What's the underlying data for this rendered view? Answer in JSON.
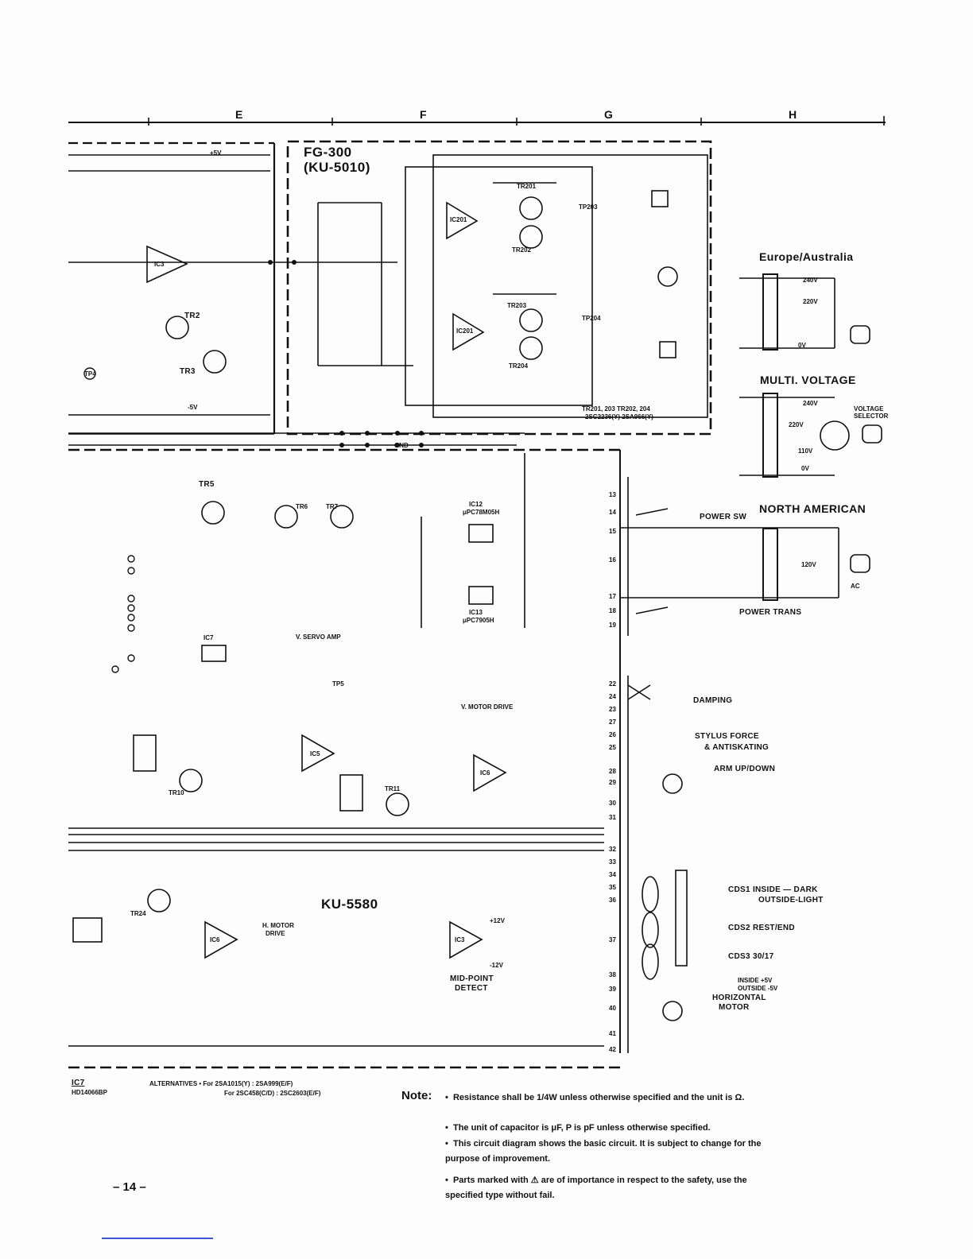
{
  "column_markers": [
    "E",
    "F",
    "G",
    "H"
  ],
  "boards": {
    "fg300_title": "FG-300",
    "fg300_sub": "(KU-5010)",
    "main_board": "KU-5580"
  },
  "transformers": {
    "europe": {
      "title": "Europe/Australia",
      "taps": [
        "240V",
        "220V",
        "0V"
      ]
    },
    "multi": {
      "title": "MULTI. VOLTAGE",
      "taps": [
        "240V",
        "220V",
        "110V",
        "0V"
      ],
      "selector": "VOLTAGE SELECTOR"
    },
    "north_american": {
      "title": "NORTH AMERICAN",
      "taps": [
        "120V"
      ],
      "ac": "AC"
    }
  },
  "function_labels": {
    "power_sw": "POWER SW",
    "power_trans": "POWER TRANS",
    "damping": "DAMPING",
    "stylus_force": "STYLUS FORCE",
    "anti_skating": "& ANTISKATING",
    "arm_updown": "ARM UP/DOWN",
    "cds1": "CDS1  INSIDE — DARK",
    "cds1_b": "OUTSIDE-LIGHT",
    "cds2": "CDS2  REST/END",
    "cds3": "CDS3  30/17",
    "horizontal_motor": "HORIZONTAL",
    "horizontal_motor_b": "MOTOR",
    "v_servo": "V. SERVO AMP",
    "v_motor": "V. MOTOR DRIVE",
    "h_motor": "H. MOTOR",
    "h_motor_b": "DRIVE",
    "mid_point": "MID-POINT",
    "mid_point_b": "DETECT",
    "inside_outside_a": "INSIDE  +5V",
    "inside_outside_b": "OUTSIDE  -5V"
  },
  "components": {
    "ic12": "IC12",
    "ic12_part": "μPC78M05H",
    "ic13": "IC13",
    "ic13_part": "μPC7905H",
    "tr5": "TR5",
    "tr6": "TR6",
    "tr7": "TR7",
    "tr2": "TR2",
    "tr3": "TR3",
    "tr10": "TR10",
    "tr11": "TR11",
    "tr24": "TR24",
    "tr201": "TR201",
    "tr202": "TR202",
    "tr203": "TR203",
    "tr204": "TR204",
    "ic201a": "IC201",
    "ic201b": "IC201",
    "ic3": "IC3",
    "ic5": "IC5",
    "ic6a": "IC6",
    "ic6b": "IC6",
    "ic3b": "IC3",
    "ic7": "IC7",
    "tr_note": "TR201, 203  TR202, 204",
    "tr_note_b": "2SC2236(Y)  2SA966(Y)",
    "tp203": "TP203",
    "tp204": "TP204",
    "tp5": "TP5",
    "tp4": "TP4"
  },
  "rails": [
    "+5V",
    "-5V",
    "GND",
    "+12V",
    "-12V"
  ],
  "pins": [
    "13",
    "14",
    "15",
    "16",
    "17",
    "18",
    "19",
    "22",
    "24",
    "23",
    "27",
    "26",
    "25",
    "28",
    "29",
    "30",
    "31",
    "32",
    "33",
    "34",
    "35",
    "36",
    "37",
    "38",
    "39",
    "40",
    "41",
    "42"
  ],
  "footer": {
    "ic7": "IC7",
    "ic7_part": "HD14066BP",
    "alternatives": "ALTERNATIVES • For 2SA1015(Y) : 2SA999(E/F)",
    "alternatives_b": "For 2SC458(C/D) : 2SC2603(E/F)",
    "note_label": "Note:",
    "notes": [
      "Resistance shall be 1/4W unless otherwise specified and the unit is Ω.",
      "The unit of capacitor is μF, P is pF unless otherwise specified.",
      "This circuit diagram shows the basic circuit.  It is subject to change for the purpose of improvement.",
      "Parts marked with ⚠ are of importance in respect to the safety, use the specified type without fail."
    ],
    "page_number": "– 14 –"
  }
}
